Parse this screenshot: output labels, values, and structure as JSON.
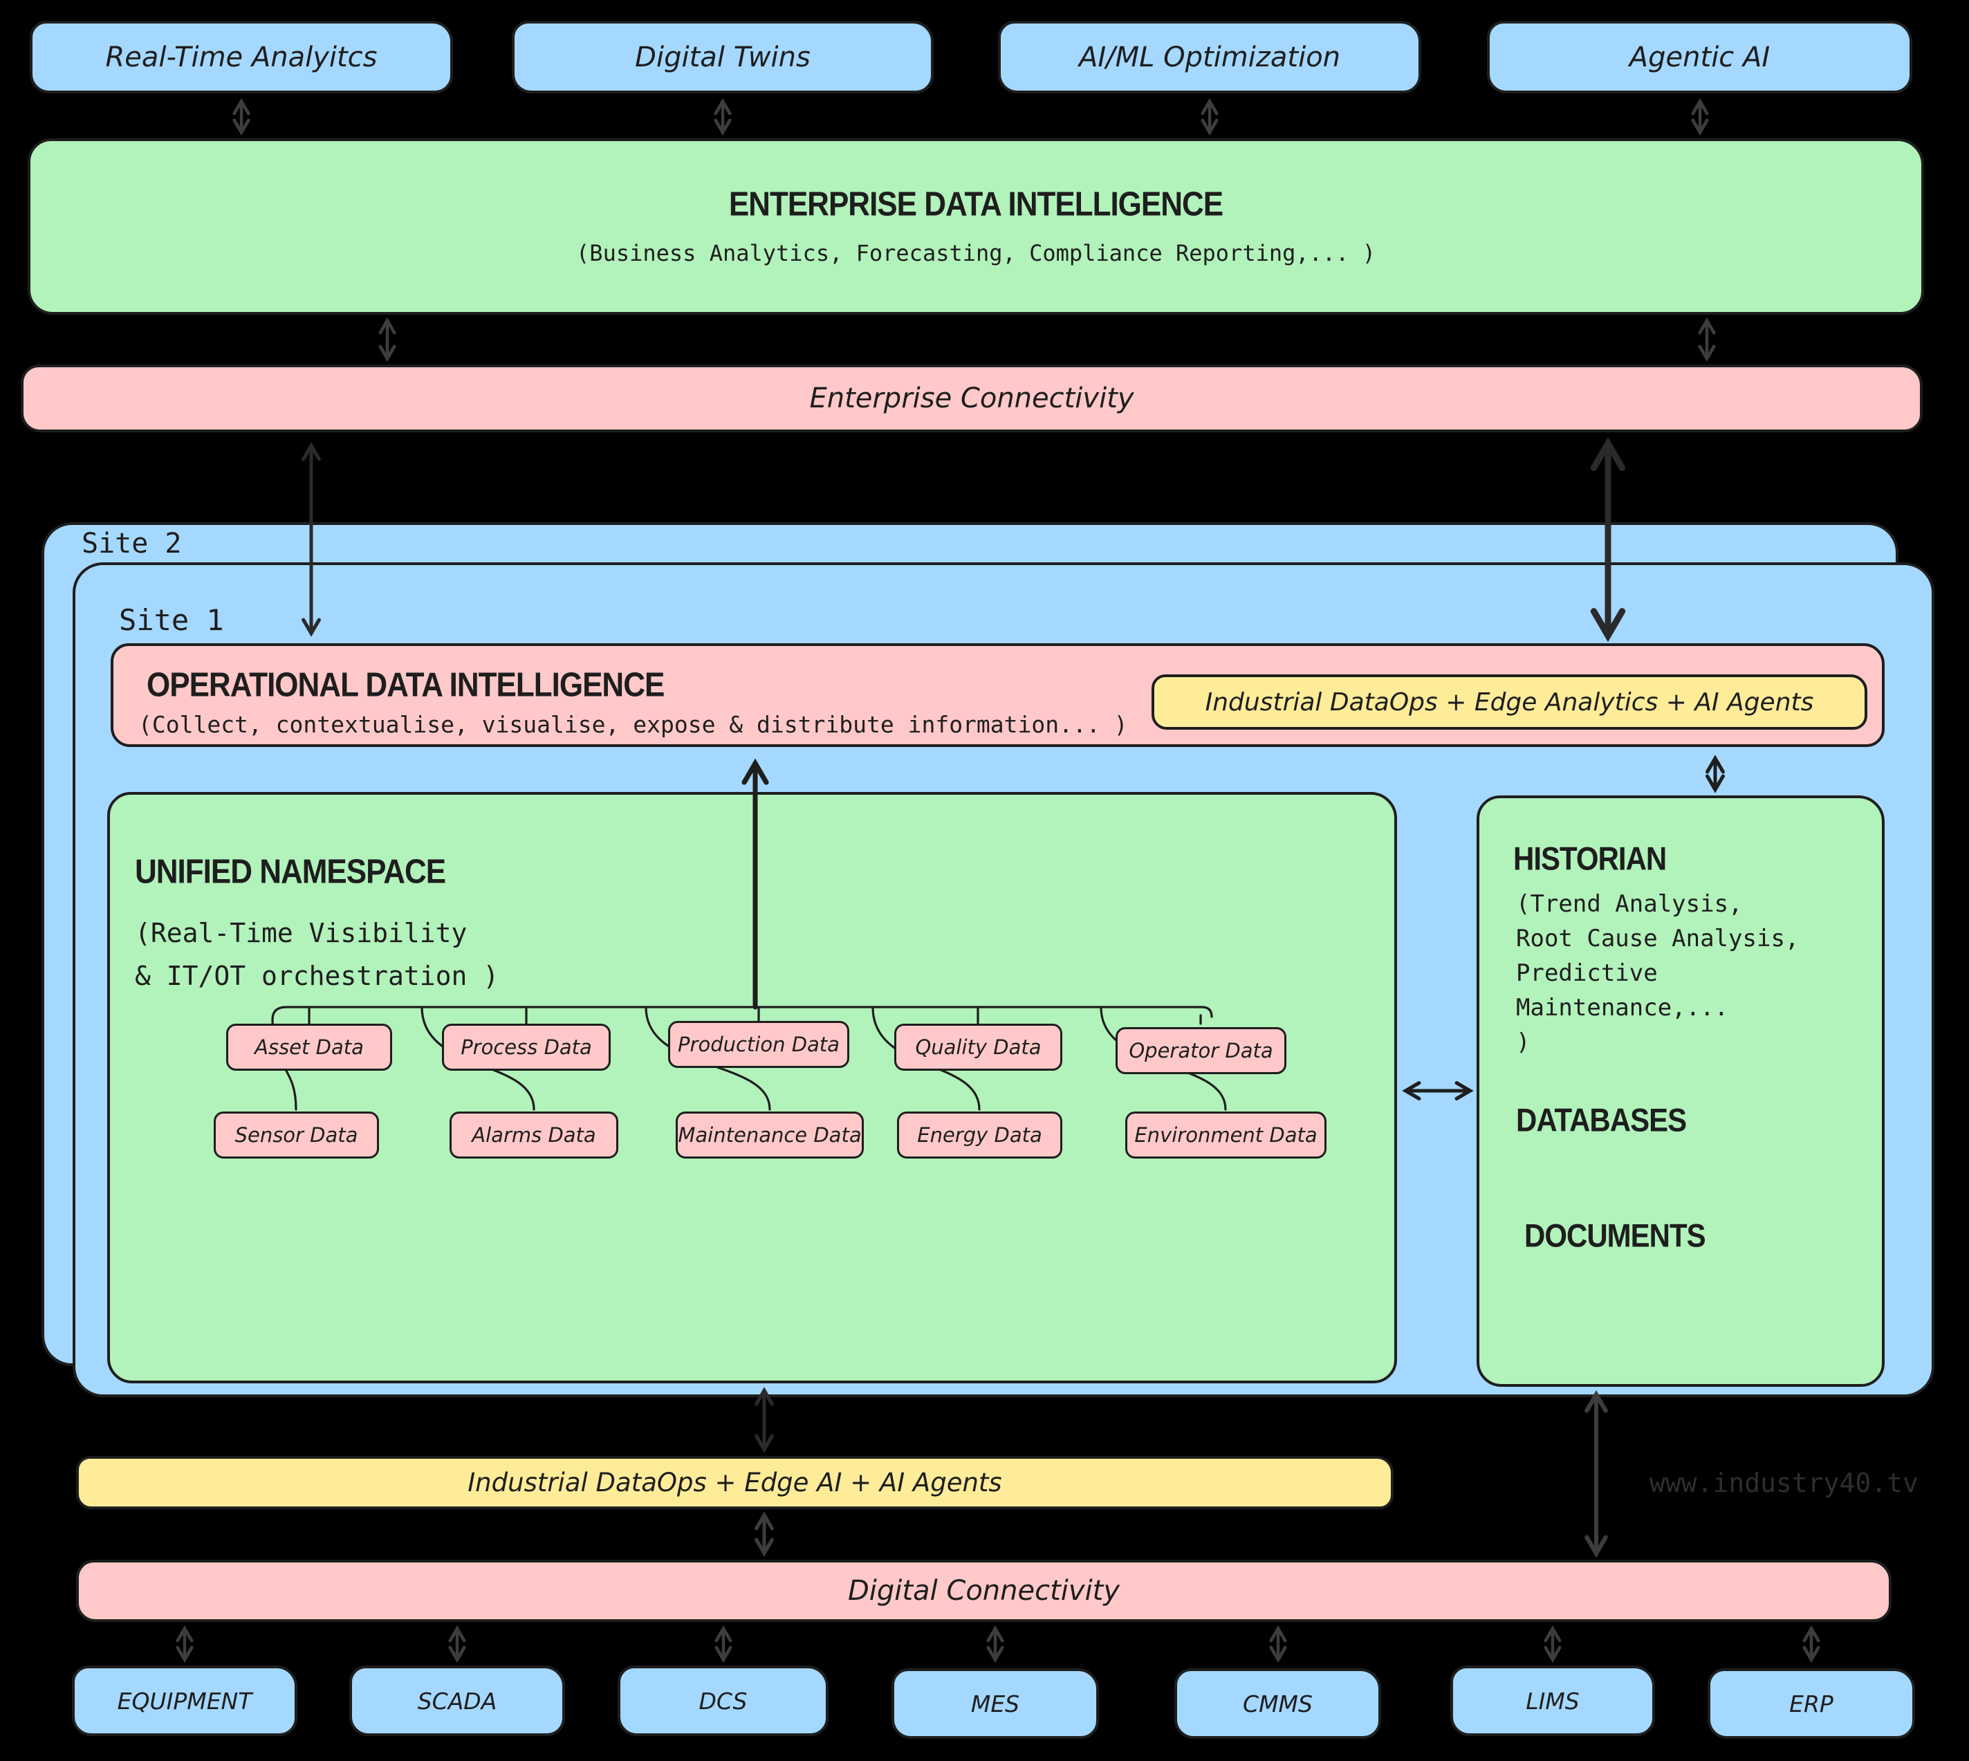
{
  "colors": {
    "background": "#000000",
    "blue": "#a5d8ff",
    "green": "#b2f2bb",
    "pink": "#ffc9c9",
    "yellow": "#ffec99",
    "stroke": "#1e1e1e"
  },
  "top_apps": [
    "Real-Time Analyitcs",
    "Digital Twins",
    "AI/ML Optimization",
    "Agentic AI"
  ],
  "enterprise": {
    "title": "ENTERPRISE DATA INTELLIGENCE",
    "subtitle": "(Business Analytics, Forecasting, Compliance Reporting,... )"
  },
  "enterprise_connectivity": "Enterprise Connectivity",
  "site2_label": "Site 2",
  "site1_label": "Site 1",
  "odi": {
    "title": "OPERATIONAL DATA INTELLIGENCE",
    "subtitle": "(Collect, contextualise, visualise, expose & distribute information... )",
    "badge": "Industrial DataOps + Edge Analytics + AI Agents"
  },
  "uns": {
    "title": "UNIFIED NAMESPACE",
    "subtitle_line1": "(Real-Time Visibility",
    "subtitle_line2": "& IT/OT orchestration )",
    "row1": [
      "Asset Data",
      "Process Data",
      "Production Data",
      "Quality Data",
      "Operator Data"
    ],
    "row2": [
      "Sensor Data",
      "Alarms Data",
      "Maintenance Data",
      "Energy Data",
      "Environment Data"
    ]
  },
  "historian": {
    "title": "HISTORIAN",
    "lines": [
      "(Trend Analysis,",
      "Root Cause Analysis,",
      "Predictive",
      "Maintenance,...",
      ")"
    ],
    "databases": "DATABASES",
    "documents": "DOCUMENTS"
  },
  "edge_bar": "Industrial DataOps + Edge AI + AI Agents",
  "digital_connectivity": "Digital Connectivity",
  "ot_systems": [
    "EQUIPMENT",
    "SCADA",
    "DCS",
    "MES",
    "CMMS",
    "LIMS",
    "ERP"
  ],
  "watermark": "www.industry40.tv"
}
